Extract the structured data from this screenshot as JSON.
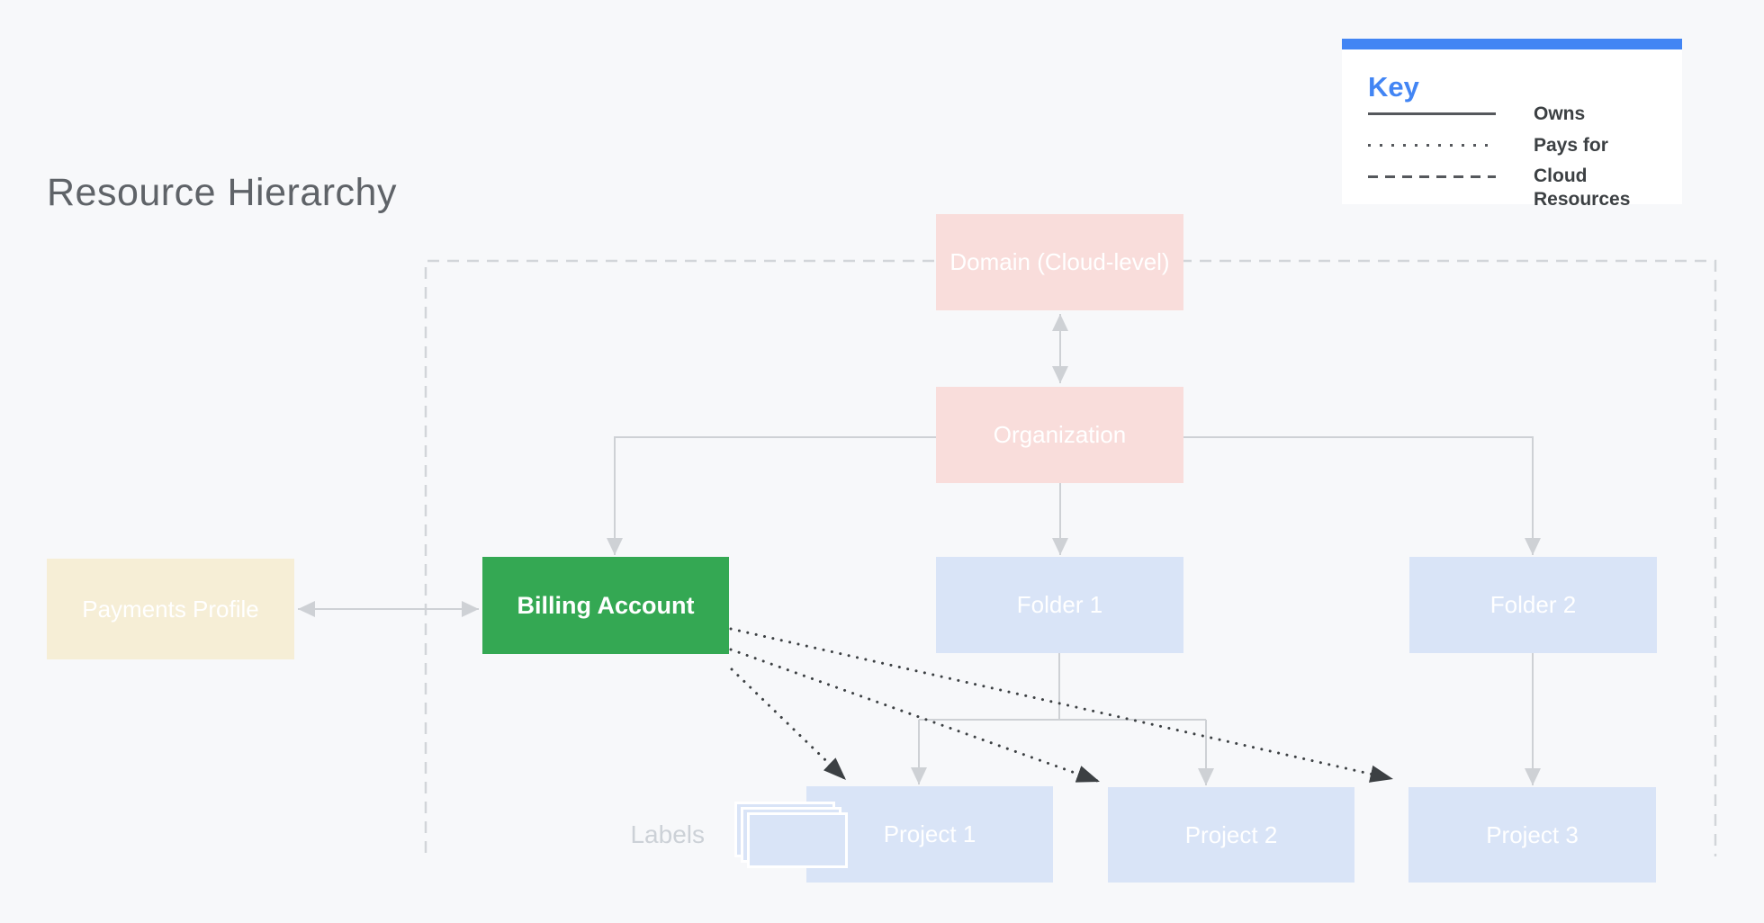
{
  "page": {
    "title": "Resource Hierarchy"
  },
  "key": {
    "title": "Key",
    "entries": [
      {
        "style": "solid",
        "label": "Owns"
      },
      {
        "style": "dotted",
        "label": "Pays for"
      },
      {
        "style": "dashed",
        "label": "Cloud Resources"
      }
    ]
  },
  "nodes": {
    "domain": {
      "label": "Domain (Cloud-level)",
      "fill": "#f9dddb",
      "text": "#ffffff"
    },
    "organization": {
      "label": "Organization",
      "fill": "#f9dddb",
      "text": "#ffffff"
    },
    "payments_profile": {
      "label": "Payments Profile",
      "fill": "#f6eed6",
      "text": "#ffffff"
    },
    "billing_account": {
      "label": "Billing Account",
      "fill": "#34a853",
      "text": "#ffffff"
    },
    "folder_1": {
      "label": "Folder 1",
      "fill": "#d9e4f7",
      "text": "#ffffff"
    },
    "folder_2": {
      "label": "Folder 2",
      "fill": "#d9e4f7",
      "text": "#ffffff"
    },
    "project_1": {
      "label": "Project 1",
      "fill": "#d9e4f7",
      "text": "#ffffff"
    },
    "project_2": {
      "label": "Project 2",
      "fill": "#d9e4f7",
      "text": "#ffffff"
    },
    "project_3": {
      "label": "Project 3",
      "fill": "#d9e4f7",
      "text": "#ffffff"
    }
  },
  "annotations": {
    "labels_caption": "Labels"
  },
  "colors": {
    "background": "#f7f8fa",
    "accent_blue": "#4285f4",
    "connector_gray": "#ced1d5",
    "boundary_gray": "#d2d5d9",
    "pays_for_dark": "#3c4043",
    "title_gray": "#5f6368",
    "legend_text": "#3c4043",
    "labels_caption_gray": "#ccd1d7",
    "card_fill": "#d9e4f7"
  }
}
